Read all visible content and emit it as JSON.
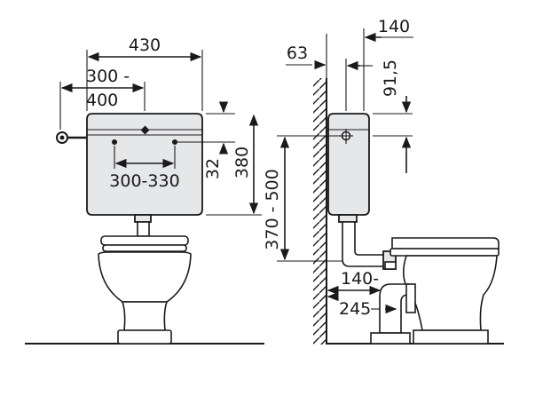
{
  "front_view": {
    "dim_width": "430",
    "dim_lever_range_top": "300 -",
    "dim_lever_range_bottom": "400",
    "dim_fixing_holes": "300-330",
    "dim_top_offset": "32",
    "dim_cistern_height": "380"
  },
  "side_view": {
    "dim_wall_offset": "63",
    "dim_cistern_depth": "140",
    "dim_flush_outlet": "91,5",
    "dim_mount_height": "370 - 500",
    "dim_pan_connector": "140-",
    "dim_pan_distance": "245"
  },
  "colors": {
    "fixture_fill": "#e6e7e8",
    "line": "#1a1a1a",
    "background": "#ffffff"
  }
}
